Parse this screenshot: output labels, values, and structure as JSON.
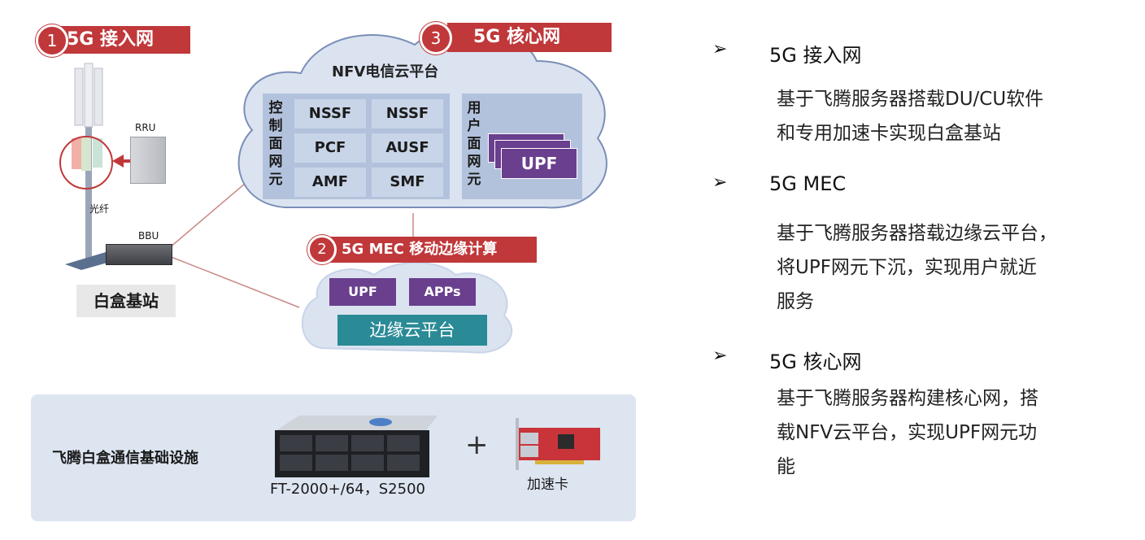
{
  "access": {
    "num": "1",
    "label": "5G 接入网",
    "rru": "RRU",
    "fiber": "光纤",
    "bbu": "BBU",
    "station": "白盒基站"
  },
  "core": {
    "num": "3",
    "label": "5G 核心网",
    "cloud_title": "NFV电信云平台",
    "cp_label": [
      "控",
      "制",
      "面",
      "网",
      "元"
    ],
    "cp_boxes": [
      "NSSF",
      "NSSF",
      "PCF",
      "AUSF",
      "AMF",
      "SMF"
    ],
    "up_label": [
      "用",
      "户",
      "面",
      "网",
      "元"
    ],
    "upf": "UPF"
  },
  "mec": {
    "num": "2",
    "label": "5G MEC 移动边缘计算",
    "upf": "UPF",
    "apps": "APPs",
    "platform": "边缘云平台"
  },
  "infra": {
    "title": "飞腾白盒通信基础设施",
    "server": "FT-2000+/64，S2500",
    "plus": "+",
    "card": "加速卡"
  },
  "bullets": [
    {
      "marker": "➢",
      "title": "5G 接入网",
      "lines": [
        "基于飞腾服务器搭载DU/CU软件",
        "和专用加速卡实现白盒基站"
      ]
    },
    {
      "marker": "➢",
      "title": "5G MEC",
      "lines": [
        "基于飞腾服务器搭载边缘云平台，",
        "将UPF网元下沉，实现用户就近",
        "服务"
      ]
    },
    {
      "marker": "➢",
      "title": "5G 核心网",
      "lines": [
        "基于飞腾服务器构建核心网，搭",
        "载NFV云平台，实现UPF网元功",
        "能"
      ]
    }
  ]
}
